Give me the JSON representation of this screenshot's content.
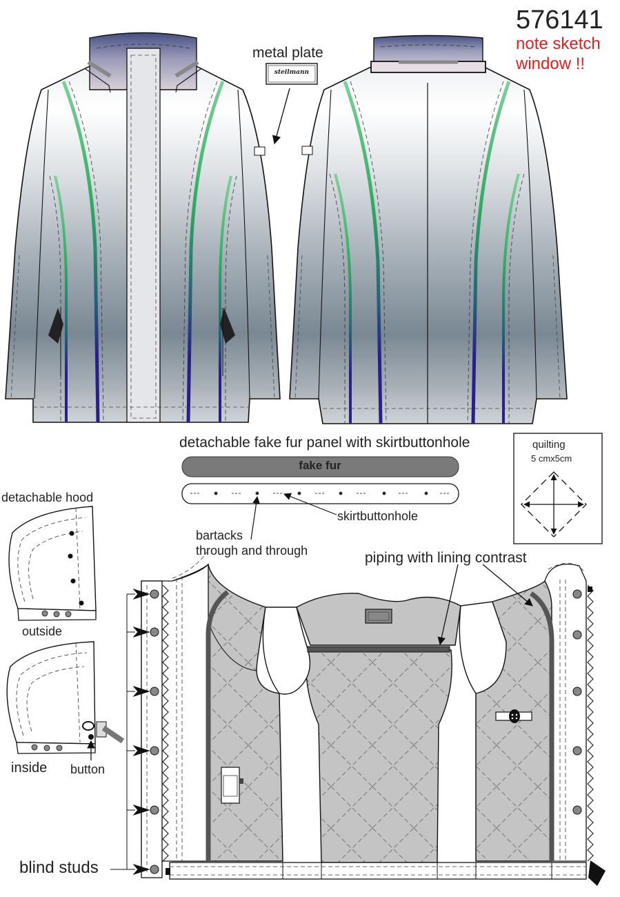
{
  "header": {
    "style_number": "576141",
    "note_line1": "note sketch",
    "note_line2": "window !!"
  },
  "labels": {
    "metal_plate": "metal plate",
    "plate_brand": "steilmann",
    "fur_panel_title": "detachable fake fur panel with skirtbuttonhole",
    "fake_fur": "fake fur",
    "skirtbuttonhole": "skirtbuttonhole",
    "bartacks_line1": "bartacks",
    "bartacks_line2": "through and through",
    "quilting": "quilting",
    "quilting_size": "5 cmx5cm",
    "detachable_hood": "detachable hood",
    "outside": "outside",
    "inside": "inside",
    "button": "button",
    "piping": "piping with lining contrast",
    "blind_studs": "blind studs"
  },
  "colors": {
    "note_red": "#e41e1e",
    "piping_green": "#2fae5f",
    "piping_indigo": "#2a1f8a",
    "lining_grey": "#c4c4c4",
    "fur_grey": "#7a7a7a"
  }
}
